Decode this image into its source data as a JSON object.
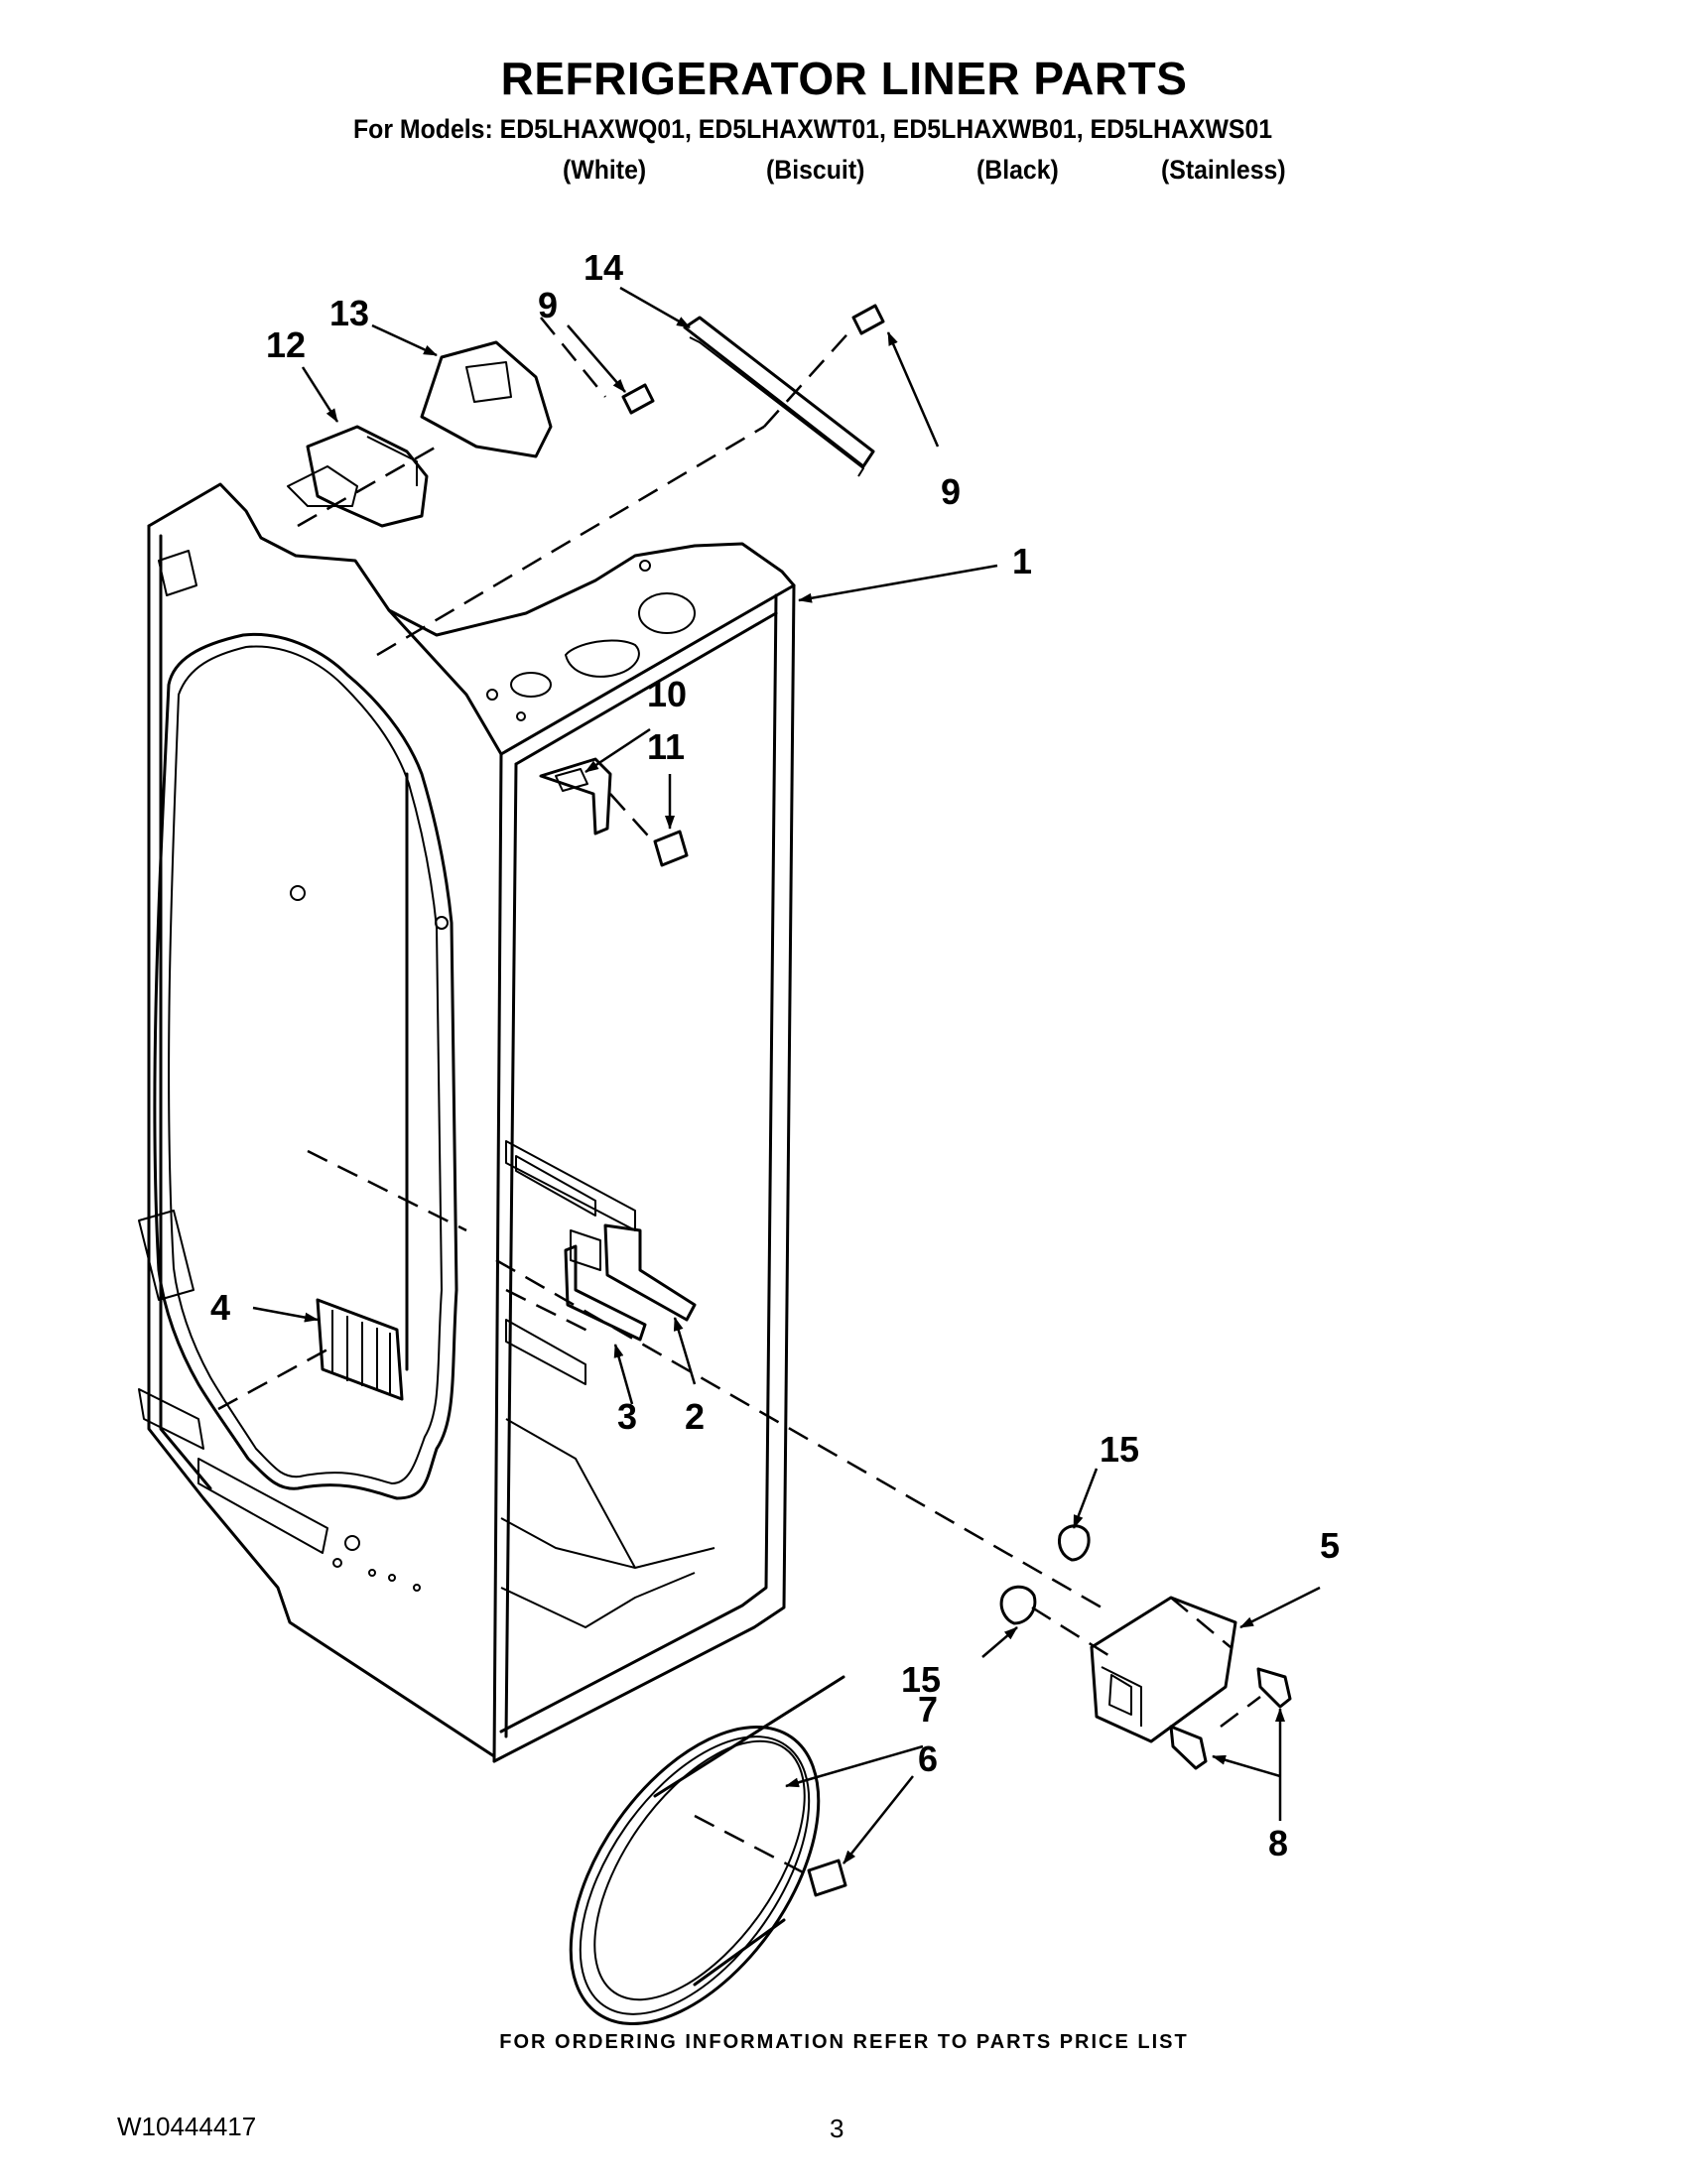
{
  "header": {
    "title": "REFRIGERATOR LINER PARTS",
    "models_line": "For Models: ED5LHAXWQ01, ED5LHAXWT01, ED5LHAXWB01, ED5LHAXWS01",
    "variants": [
      "(White)",
      "(Biscuit)",
      "(Black)",
      "(Stainless)"
    ]
  },
  "diagram": {
    "callouts": [
      "1",
      "2",
      "3",
      "4",
      "5",
      "6",
      "7",
      "8",
      "9",
      "9",
      "10",
      "11",
      "12",
      "13",
      "14",
      "15",
      "15"
    ]
  },
  "footer": {
    "ordering_note": "FOR ORDERING INFORMATION REFER TO PARTS PRICE LIST",
    "doc_number": "W10444417",
    "page_number": "3"
  }
}
